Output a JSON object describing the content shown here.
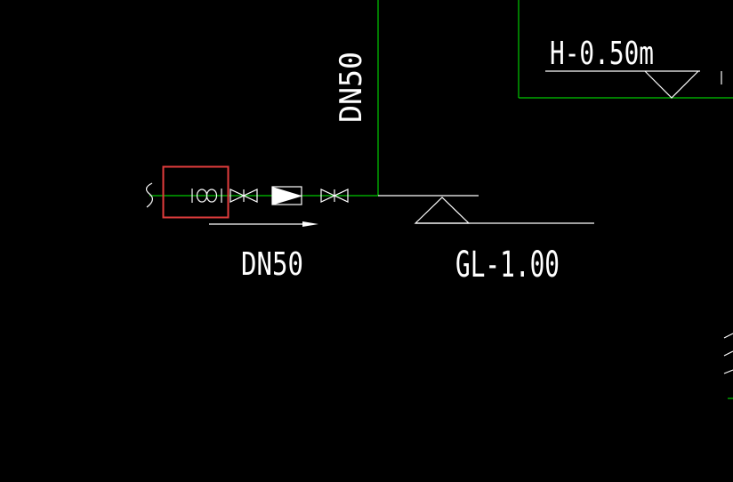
{
  "drawing": {
    "background_color": "#000000",
    "pipe_color": "#00c800",
    "symbol_color": "#ffffff",
    "highlight_color": "#e03c3c",
    "pipe_label_horizontal": "DN50",
    "pipe_label_vertical": "DN50",
    "elevation_main": "GL-1.00",
    "elevation_top": "H-0.50m",
    "components": [
      {
        "name": "flexible-hose",
        "icon": "wavy-line-icon"
      },
      {
        "name": "water-meter",
        "icon": "meter-icon",
        "highlighted": true
      },
      {
        "name": "gate-valve",
        "icon": "bowtie-valve-icon"
      },
      {
        "name": "check-valve",
        "icon": "check-valve-icon"
      },
      {
        "name": "gate-valve",
        "icon": "bowtie-valve-icon"
      }
    ],
    "flow_direction": "right"
  }
}
